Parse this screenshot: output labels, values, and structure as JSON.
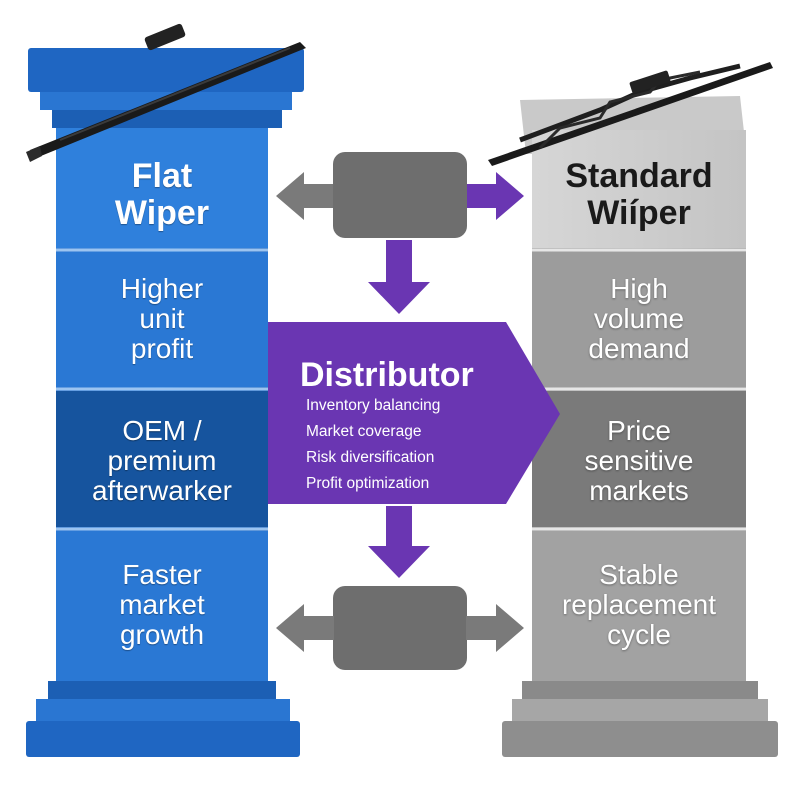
{
  "left_column": {
    "title": "Flat\nWiper",
    "benefits": [
      "Higher\nunit\nprofit",
      "OEM /\npremium\nafterwarker",
      "Faster\nmarket\ngrowth"
    ],
    "color": "#2d78d6"
  },
  "right_column": {
    "title": "Standard\nWiíper",
    "benefits": [
      "High\nvolume\ndemand",
      "Price\nsensitive\nmarkets",
      "Stable\nreplacement\ncycle"
    ],
    "color": "#9b9b9b"
  },
  "center": {
    "title": "Distributor",
    "roles": [
      "Inventory balancing",
      "Market coverage",
      "Risk diversification",
      "Profit optimization"
    ],
    "color": "#6a36b2"
  },
  "icons": [
    "flat-wiper-blade",
    "standard-wiper-blade",
    "bidirectional-arrow",
    "down-arrow"
  ],
  "colors": {
    "flat_dark": "#1c5fb4",
    "flat_band": "#1e6ac0",
    "flat_band_dark": "#164f96",
    "standard_dark": "#7e7e7e",
    "standard_light": "#d3d3d3",
    "distributor_arrow": "#6a36b2",
    "connector_box": "#6e6e6e",
    "connector_arrow": "#7a7a7a"
  }
}
